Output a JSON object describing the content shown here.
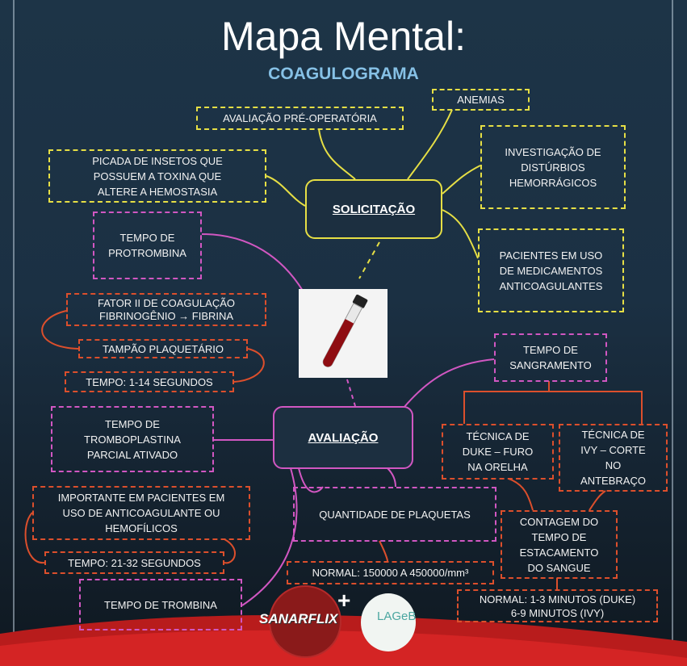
{
  "title": "Mapa Mental:",
  "subtitle": "COAGULOGRAMA",
  "colors": {
    "solicitacao": "#e6df45",
    "avaliacao": "#d157c2",
    "detail": "#dc4f2c",
    "background": "#1b3043"
  },
  "solicitacao": {
    "label": "SOLICITAÇÃO",
    "items": [
      "ANEMIAS",
      "AVALIAÇÃO PRÉ-OPERATÓRIA",
      "PICADA DE INSETOS QUE\nPOSSUEM A TOXINA QUE\nALTERE A HEMOSTASIA",
      "INVESTIGAÇÃO DE\nDISTÚRBIOS\nHEMORRÁGICOS",
      "PACIENTES EM USO\nDE MEDICAMENTOS\nANTICOAGULANTES"
    ]
  },
  "avaliacao": {
    "label": "AVALIAÇÃO",
    "protrombina": {
      "label": "TEMPO DE\nPROTROMBINA",
      "details": [
        "FATOR II DE COAGULAÇÃO\nFIBRINOGÊNIO → FIBRINA",
        "TAMPÃO PLAQUETÁRIO",
        "TEMPO: 1-14 SEGUNDOS"
      ]
    },
    "ttpa": {
      "label": "TEMPO DE\nTROMBOPLASTINA\nPARCIAL ATIVADO",
      "details": [
        "IMPORTANTE EM PACIENTES EM\nUSO DE ANTICOAGULANTE OU\nHEMOFÍLICOS",
        "TEMPO: 21-32 SEGUNDOS"
      ]
    },
    "trombina": {
      "label": "TEMPO DE TROMBINA"
    },
    "plaquetas": {
      "label": "QUANTIDADE DE PLAQUETAS",
      "details": [
        "NORMAL: 150000 A 450000/mm³"
      ]
    },
    "sangramento": {
      "label": "TEMPO DE\nSANGRAMENTO",
      "details": [
        "TÉCNICA DE\nDUKE – FURO\nNA ORELHA",
        "TÉCNICA DE\nIVY – CORTE\nNO\nANTEBRAÇO",
        "CONTAGEM DO\nTEMPO DE\nESTACAMENTO\nDO SANGUE",
        "NORMAL: 1-3 MINUTOS (DUKE)\n6-9 MINUTOS (IVY)"
      ]
    }
  },
  "logos": {
    "sanarflix": "SANARFLIX",
    "lageb": "LAGeB"
  },
  "plus": "+"
}
